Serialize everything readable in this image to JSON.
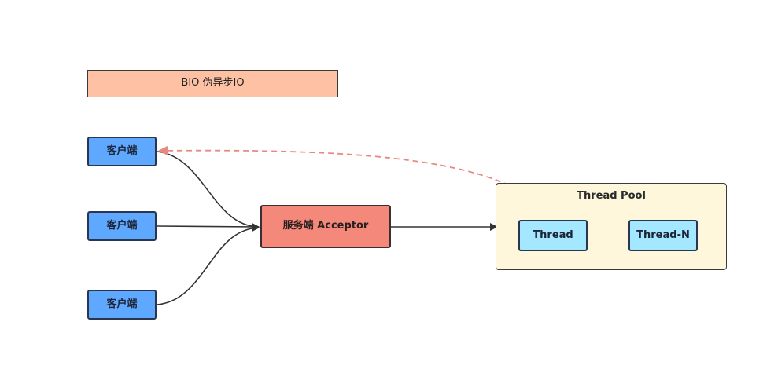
{
  "diagram": {
    "title": "BIO 伪异步IO",
    "clients": [
      "客户端",
      "客户端",
      "客户端"
    ],
    "server": "服务端 Acceptor",
    "pool": {
      "label": "Thread Pool",
      "threads": [
        "Thread",
        "Thread-N"
      ]
    },
    "colors": {
      "title_fill": "#ffc1a3",
      "client_fill": "#5fa8ff",
      "server_fill": "#f4887a",
      "pool_fill": "#fff7dc",
      "thread_fill": "#a3e8ff",
      "return_arrow": "#e8897f",
      "arrow": "#333333"
    }
  }
}
